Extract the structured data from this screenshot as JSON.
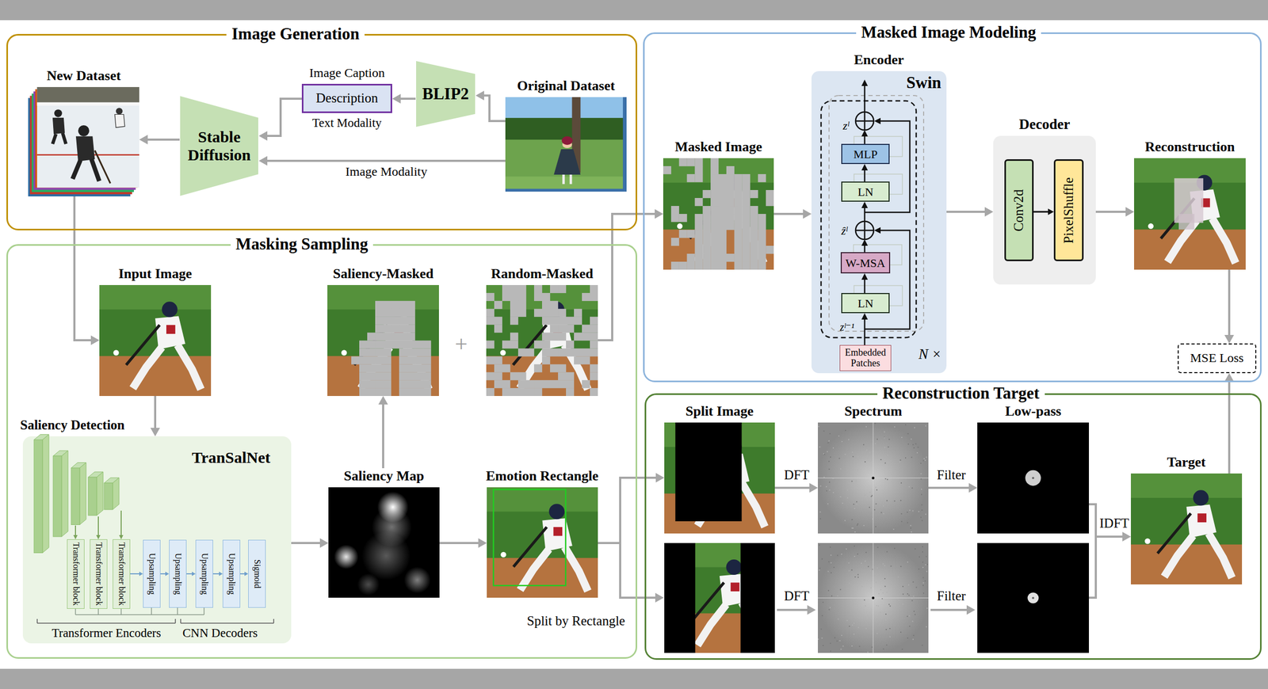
{
  "diagram": {
    "nodes": [
      {
        "text": [
          "Image Generation"
        ]
      },
      {
        "text": [
          "New Dataset"
        ],
        "in": 0
      },
      {
        "text": [
          "Stable Diffusion"
        ],
        "in": 0
      },
      {
        "text": [
          "Image Caption",
          "Description",
          "Text Modality"
        ],
        "in": 0
      },
      {
        "text": [
          "BLIP2"
        ],
        "in": 0
      },
      {
        "text": [
          "Original Dataset"
        ],
        "in": 0
      },
      {
        "text": [
          "Masked Image Modeling"
        ]
      },
      {
        "text": [
          "Masked Image"
        ],
        "in": 6
      },
      {
        "text": [
          "Encoder",
          "Swin"
        ],
        "in": 6
      },
      {
        "text": [
          "MLP"
        ],
        "in": 8
      },
      {
        "text": [
          "LN"
        ],
        "in": 8
      },
      {
        "text": [
          "W-MSA"
        ],
        "in": 8
      },
      {
        "text": [
          "LN"
        ],
        "in": 8
      },
      {
        "text": [
          "Embedded Patches"
        ],
        "in": 8
      },
      {
        "text": [
          "Decoder"
        ],
        "in": 6
      },
      {
        "text": [
          "Conv2d"
        ],
        "in": 14
      },
      {
        "text": [
          "PixelShuffle"
        ],
        "in": 14
      },
      {
        "text": [
          "Reconstruction"
        ],
        "in": 6
      },
      {
        "text": [
          "MSE Loss"
        ],
        "in": 6
      },
      {
        "text": [
          "Masking Sampling"
        ]
      },
      {
        "text": [
          "Input Image"
        ],
        "in": 19
      },
      {
        "text": [
          "Saliency-Masked"
        ],
        "in": 19
      },
      {
        "text": [
          "Random-Masked"
        ],
        "in": 19
      },
      {
        "text": [
          "Saliency Detection",
          "TranSalNet"
        ],
        "in": 19
      },
      {
        "text": [
          "Transformer block"
        ],
        "in": 23
      },
      {
        "text": [
          "Transformer block"
        ],
        "in": 23
      },
      {
        "text": [
          "Transformer block"
        ],
        "in": 23
      },
      {
        "text": [
          "Upsampling"
        ],
        "in": 23
      },
      {
        "text": [
          "Upsampling"
        ],
        "in": 23
      },
      {
        "text": [
          "Upsampling"
        ],
        "in": 23
      },
      {
        "text": [
          "Upsampling"
        ],
        "in": 23
      },
      {
        "text": [
          "Sigmoid"
        ],
        "in": 23
      },
      {
        "text": [
          "Saliency Map"
        ],
        "in": 19
      },
      {
        "text": [
          "Emotion Rectangle"
        ],
        "in": 19
      },
      {
        "text": [
          "Reconstruction Target"
        ]
      },
      {
        "text": [
          "Split Image"
        ],
        "in": 34
      },
      {
        "text": [
          "Spectrum"
        ],
        "in": 34
      },
      {
        "text": [
          "Low-pass"
        ],
        "in": 34
      },
      {
        "text": [
          "Target"
        ],
        "in": 34
      }
    ],
    "edges": [
      {
        "from": 5,
        "to": 4,
        "arrow": "to"
      },
      {
        "from": 4,
        "to": 3,
        "arrow": "to"
      },
      {
        "from": 3,
        "to": 2,
        "arrow": "to"
      },
      {
        "from": 5,
        "to": 2,
        "label": "Image Modality",
        "arrow": "to"
      },
      {
        "from": 2,
        "to": 1,
        "arrow": "to"
      },
      {
        "from": 1,
        "to": 20,
        "arrow": "to"
      },
      {
        "from": 20,
        "to": 23,
        "arrow": "to"
      },
      {
        "from": 23,
        "to": 32,
        "arrow": "to"
      },
      {
        "from": 32,
        "to": 21,
        "arrow": "to"
      },
      {
        "from": 32,
        "to": 33,
        "arrow": "to"
      },
      {
        "from": 22,
        "to": 7,
        "arrow": "to"
      },
      {
        "from": 7,
        "to": 8,
        "arrow": "to"
      },
      {
        "from": 8,
        "to": 14,
        "arrow": "to"
      },
      {
        "from": 15,
        "to": 16,
        "arrow": "to"
      },
      {
        "from": 14,
        "to": 17,
        "arrow": "to"
      },
      {
        "from": 17,
        "to": 18,
        "arrow": "to"
      },
      {
        "from": 38,
        "to": 18,
        "arrow": "to"
      },
      {
        "from": 33,
        "to": 35,
        "arrow": "to"
      },
      {
        "from": 35,
        "to": 36,
        "label": "DFT",
        "arrow": "to"
      },
      {
        "from": 36,
        "to": 37,
        "label": "Filter",
        "arrow": "to"
      },
      {
        "from": 37,
        "to": 38,
        "label": "IDFT",
        "arrow": "to"
      }
    ],
    "labels": [
      "+",
      "zˡ",
      "ẑˡ",
      "zˡ⁻¹",
      "N ×",
      "Transformer Encoders",
      "CNN Decoders",
      "Split by Rectangle",
      "DFT",
      "Filter"
    ]
  }
}
